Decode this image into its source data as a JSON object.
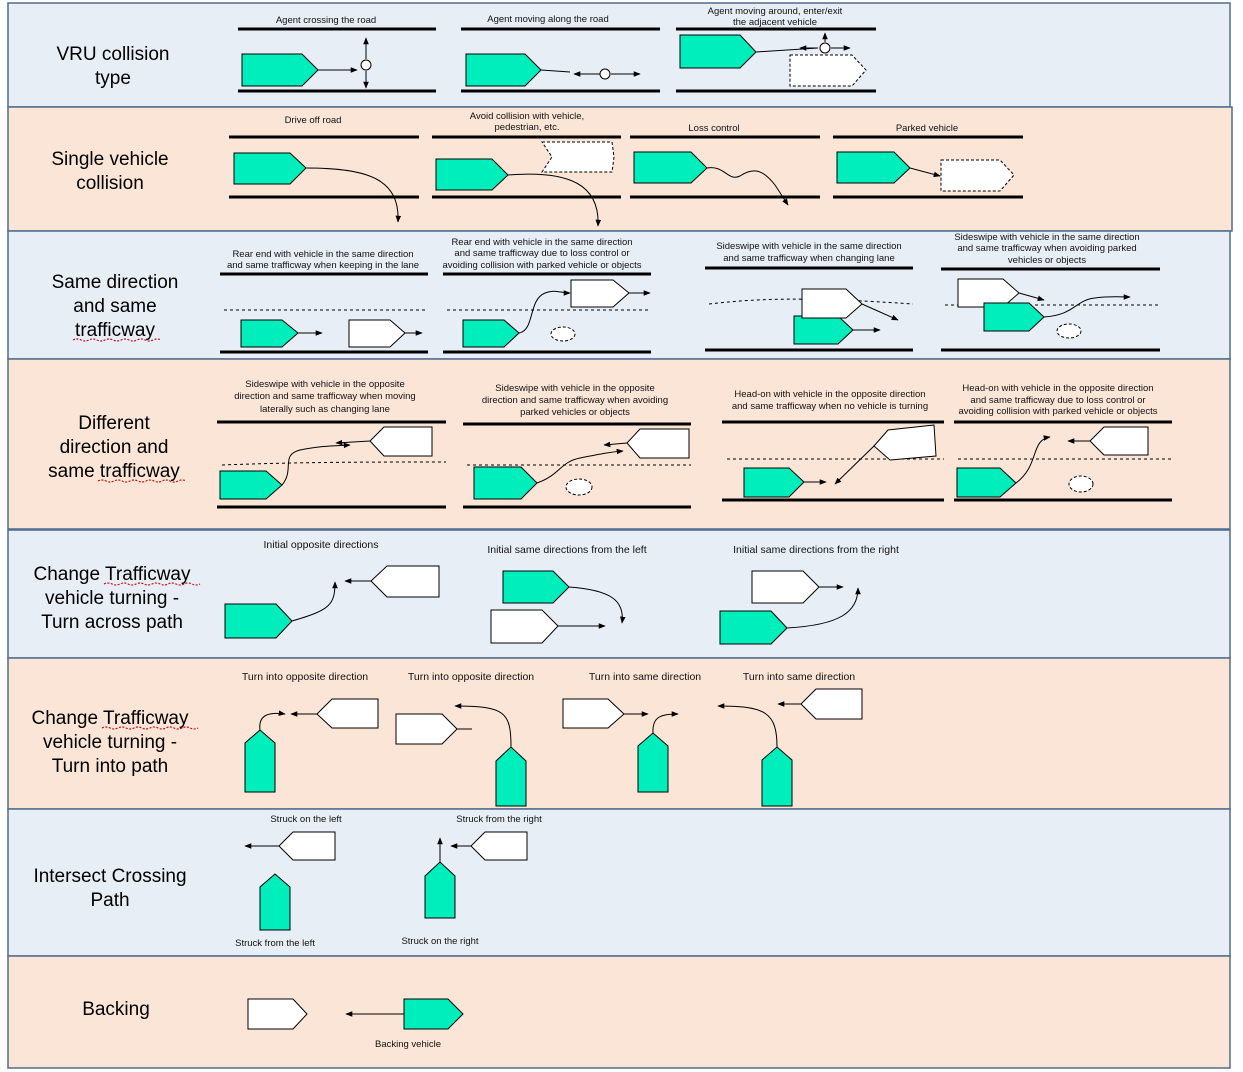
{
  "colors": {
    "row_blue": "#e8eef6",
    "row_peach": "#fbe5d6",
    "row_border": "#4f6d8f",
    "subject_vehicle": "#00eebb",
    "other_vehicle": "#ffffff"
  },
  "rows": {
    "vru": {
      "label": [
        "VRU collision",
        "type"
      ],
      "captions": [
        "Agent crossing the road",
        "Agent moving along the road",
        "Agent moving around, enter/exit",
        "the adjacent vehicle"
      ]
    },
    "single": {
      "label": [
        "Single vehicle",
        "collision"
      ],
      "captions": [
        "Drive off road",
        "Avoid collision with vehicle,",
        "pedestrian, etc.",
        "Loss control",
        "Parked vehicle"
      ]
    },
    "same": {
      "label": [
        "Same direction",
        "and same",
        "trafficway"
      ],
      "captions": [
        "Rear end with vehicle in the same direction",
        "and same trafficway when keeping in the lane",
        "Rear end with vehicle in the same direction",
        "and same trafficway due to loss control or",
        "avoiding collision with parked vehicle or objects",
        "Sideswipe with vehicle in the same direction",
        "and same trafficway when changing lane",
        "Sideswipe with vehicle in the same direction",
        "and same trafficway when avoiding parked",
        "vehicles or objects"
      ]
    },
    "different": {
      "label": [
        "Different",
        "direction and",
        "same trafficway"
      ],
      "captions": [
        "Sideswipe with vehicle in the opposite",
        "direction and same trafficway when moving",
        "laterally such as changing lane",
        "Sideswipe with vehicle in the opposite",
        "direction and same trafficway when avoiding",
        "parked vehicles or objects",
        "Head-on with vehicle in the opposite direction",
        "and same trafficway when no vehicle is turning",
        "Head-on with vehicle in the opposite direction",
        "and same trafficway due to loss control or",
        "avoiding collision with parked vehicle or objects"
      ]
    },
    "across": {
      "label": [
        "Change Trafficway",
        "vehicle turning -",
        "Turn across path"
      ],
      "captions": [
        "Initial opposite directions",
        "Initial same directions from the left",
        "Initial same directions from the right"
      ]
    },
    "into": {
      "label": [
        "Change Trafficway",
        "vehicle turning -",
        "Turn into path"
      ],
      "captions": [
        "Turn into opposite direction",
        "Turn into opposite direction",
        "Turn into same direction",
        "Turn into same direction"
      ]
    },
    "intersect": {
      "label": [
        "Intersect Crossing",
        "Path"
      ],
      "captions": [
        "Struck on the left",
        "Struck from the right",
        "Struck from the left",
        "Struck on the right"
      ]
    },
    "backing": {
      "label": [
        "Backing"
      ],
      "captions": [
        "Backing vehicle"
      ]
    }
  }
}
